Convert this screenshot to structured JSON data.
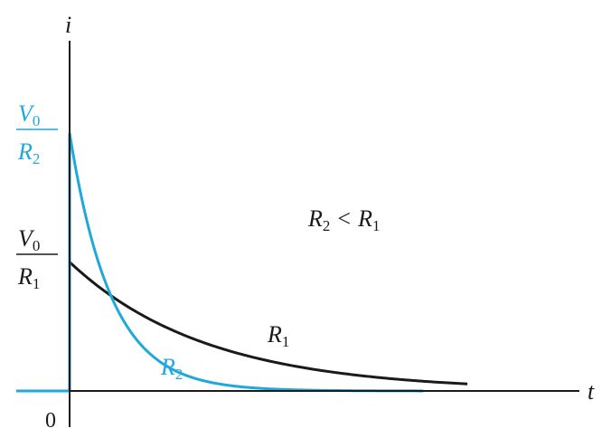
{
  "chart_data": {
    "type": "line",
    "xlabel": "t",
    "ylabel": "i",
    "origin_label": "0",
    "xlim": [
      0,
      1
    ],
    "ylim": [
      0,
      1
    ],
    "colors": {
      "black": "#1a1a1a",
      "blue": "#1fa8dc"
    },
    "annotation": {
      "lhs": "R",
      "lhs_sub": "2",
      "op": "<",
      "rhs": "R",
      "rhs_sub": "1"
    },
    "y_ticks": [
      {
        "num": "V",
        "num_sub": "0",
        "den": "R",
        "den_sub": "2",
        "color": "blue",
        "value": 1.0
      },
      {
        "num": "V",
        "num_sub": "0",
        "den": "R",
        "den_sub": "1",
        "color": "black",
        "value": 0.5
      }
    ],
    "series": [
      {
        "name": "R",
        "name_sub": "1",
        "color": "black",
        "i0": 0.5,
        "tau": 0.28,
        "t_end": 0.815,
        "pre_zero": false
      },
      {
        "name": "R",
        "name_sub": "2",
        "color": "blue",
        "i0": 1.0,
        "tau": 0.085,
        "t_end": 0.725,
        "pre_zero": true
      }
    ]
  }
}
